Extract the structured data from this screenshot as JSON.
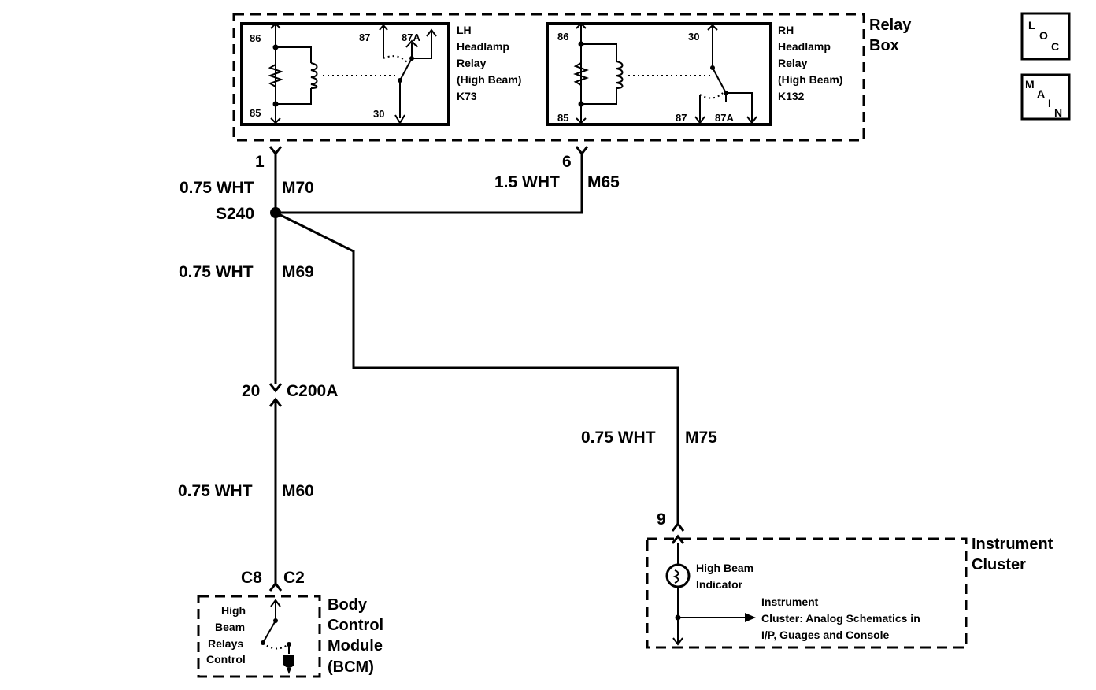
{
  "relay_box": {
    "name": "Relay Box",
    "lh_relay": {
      "label": [
        "LH",
        "Headlamp",
        "Relay",
        "(High Beam)",
        "K73"
      ],
      "pins": {
        "p86": "86",
        "p85": "85",
        "p87": "87",
        "p87a": "87A",
        "p30": "30"
      }
    },
    "rh_relay": {
      "label": [
        "RH",
        "Headlamp",
        "Relay",
        "(High Beam)",
        "K132"
      ],
      "pins": {
        "p86": "86",
        "p85": "85",
        "p30": "30",
        "p87": "87",
        "p87a": "87A"
      }
    }
  },
  "badges": {
    "loc": {
      "a": "L",
      "b": "O",
      "c": "C"
    },
    "main": {
      "a": "M",
      "b": "A",
      "c": "I",
      "d": "N"
    }
  },
  "wires": {
    "m70": {
      "pin": "1",
      "gauge": "0.75 WHT",
      "circuit": "M70"
    },
    "m65": {
      "pin": "6",
      "gauge": "1.5 WHT",
      "circuit": "M65"
    },
    "splice": "S240",
    "m69": {
      "gauge": "0.75 WHT",
      "circuit": "M69"
    },
    "c200a": {
      "pin": "20",
      "connector": "C200A"
    },
    "m60": {
      "gauge": "0.75 WHT",
      "circuit": "M60"
    },
    "m75": {
      "gauge": "0.75 WHT",
      "circuit": "M75"
    },
    "c8": {
      "pin": "C8",
      "connector": "C2"
    },
    "ic_pin": "9"
  },
  "bcm": {
    "name": [
      "Body",
      "Control",
      "Module",
      "(BCM)"
    ],
    "switch_label": [
      "High",
      "Beam",
      "Relays",
      "Control"
    ]
  },
  "cluster": {
    "name": [
      "Instrument",
      "Cluster"
    ],
    "indicator": [
      "High Beam",
      "Indicator"
    ],
    "reference": [
      "Instrument",
      "Cluster: Analog Schematics in",
      "I/P, Guages and Console"
    ]
  }
}
